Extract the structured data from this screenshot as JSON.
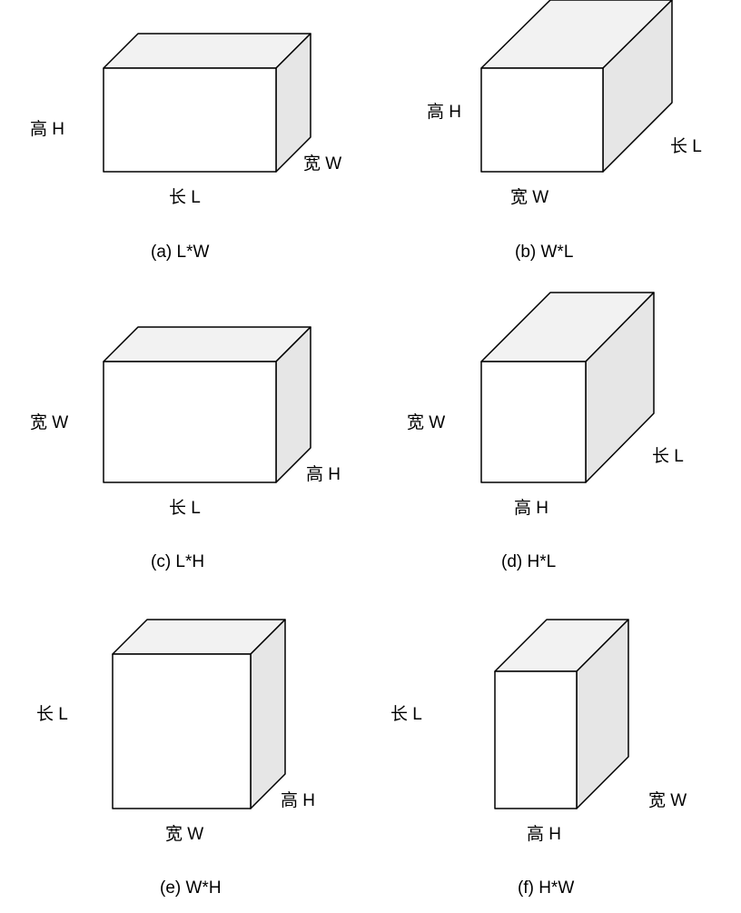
{
  "figure": {
    "panels": [
      {
        "id": "a",
        "caption": "(a) L*W",
        "left_label": "高 H",
        "bottom_label": "长 L",
        "side_label": "宽 W"
      },
      {
        "id": "b",
        "caption": "(b) W*L",
        "left_label": "高 H",
        "bottom_label": "宽 W",
        "side_label": "长 L"
      },
      {
        "id": "c",
        "caption": "(c) L*H",
        "left_label": "宽 W",
        "bottom_label": "长 L",
        "side_label": "高 H"
      },
      {
        "id": "d",
        "caption": "(d) H*L",
        "left_label": "宽 W",
        "bottom_label": "高 H",
        "side_label": "长 L"
      },
      {
        "id": "e",
        "caption": "(e) W*H",
        "left_label": "长 L",
        "bottom_label": "宽 W",
        "side_label": "高 H"
      },
      {
        "id": "f",
        "caption": "(f) H*W",
        "left_label": "长 L",
        "bottom_label": "高 H",
        "side_label": "宽 W"
      }
    ]
  },
  "colors": {
    "stroke": "#000000",
    "front": "#ffffff",
    "top": "#f2f2f2",
    "side": "#e6e6e6"
  }
}
